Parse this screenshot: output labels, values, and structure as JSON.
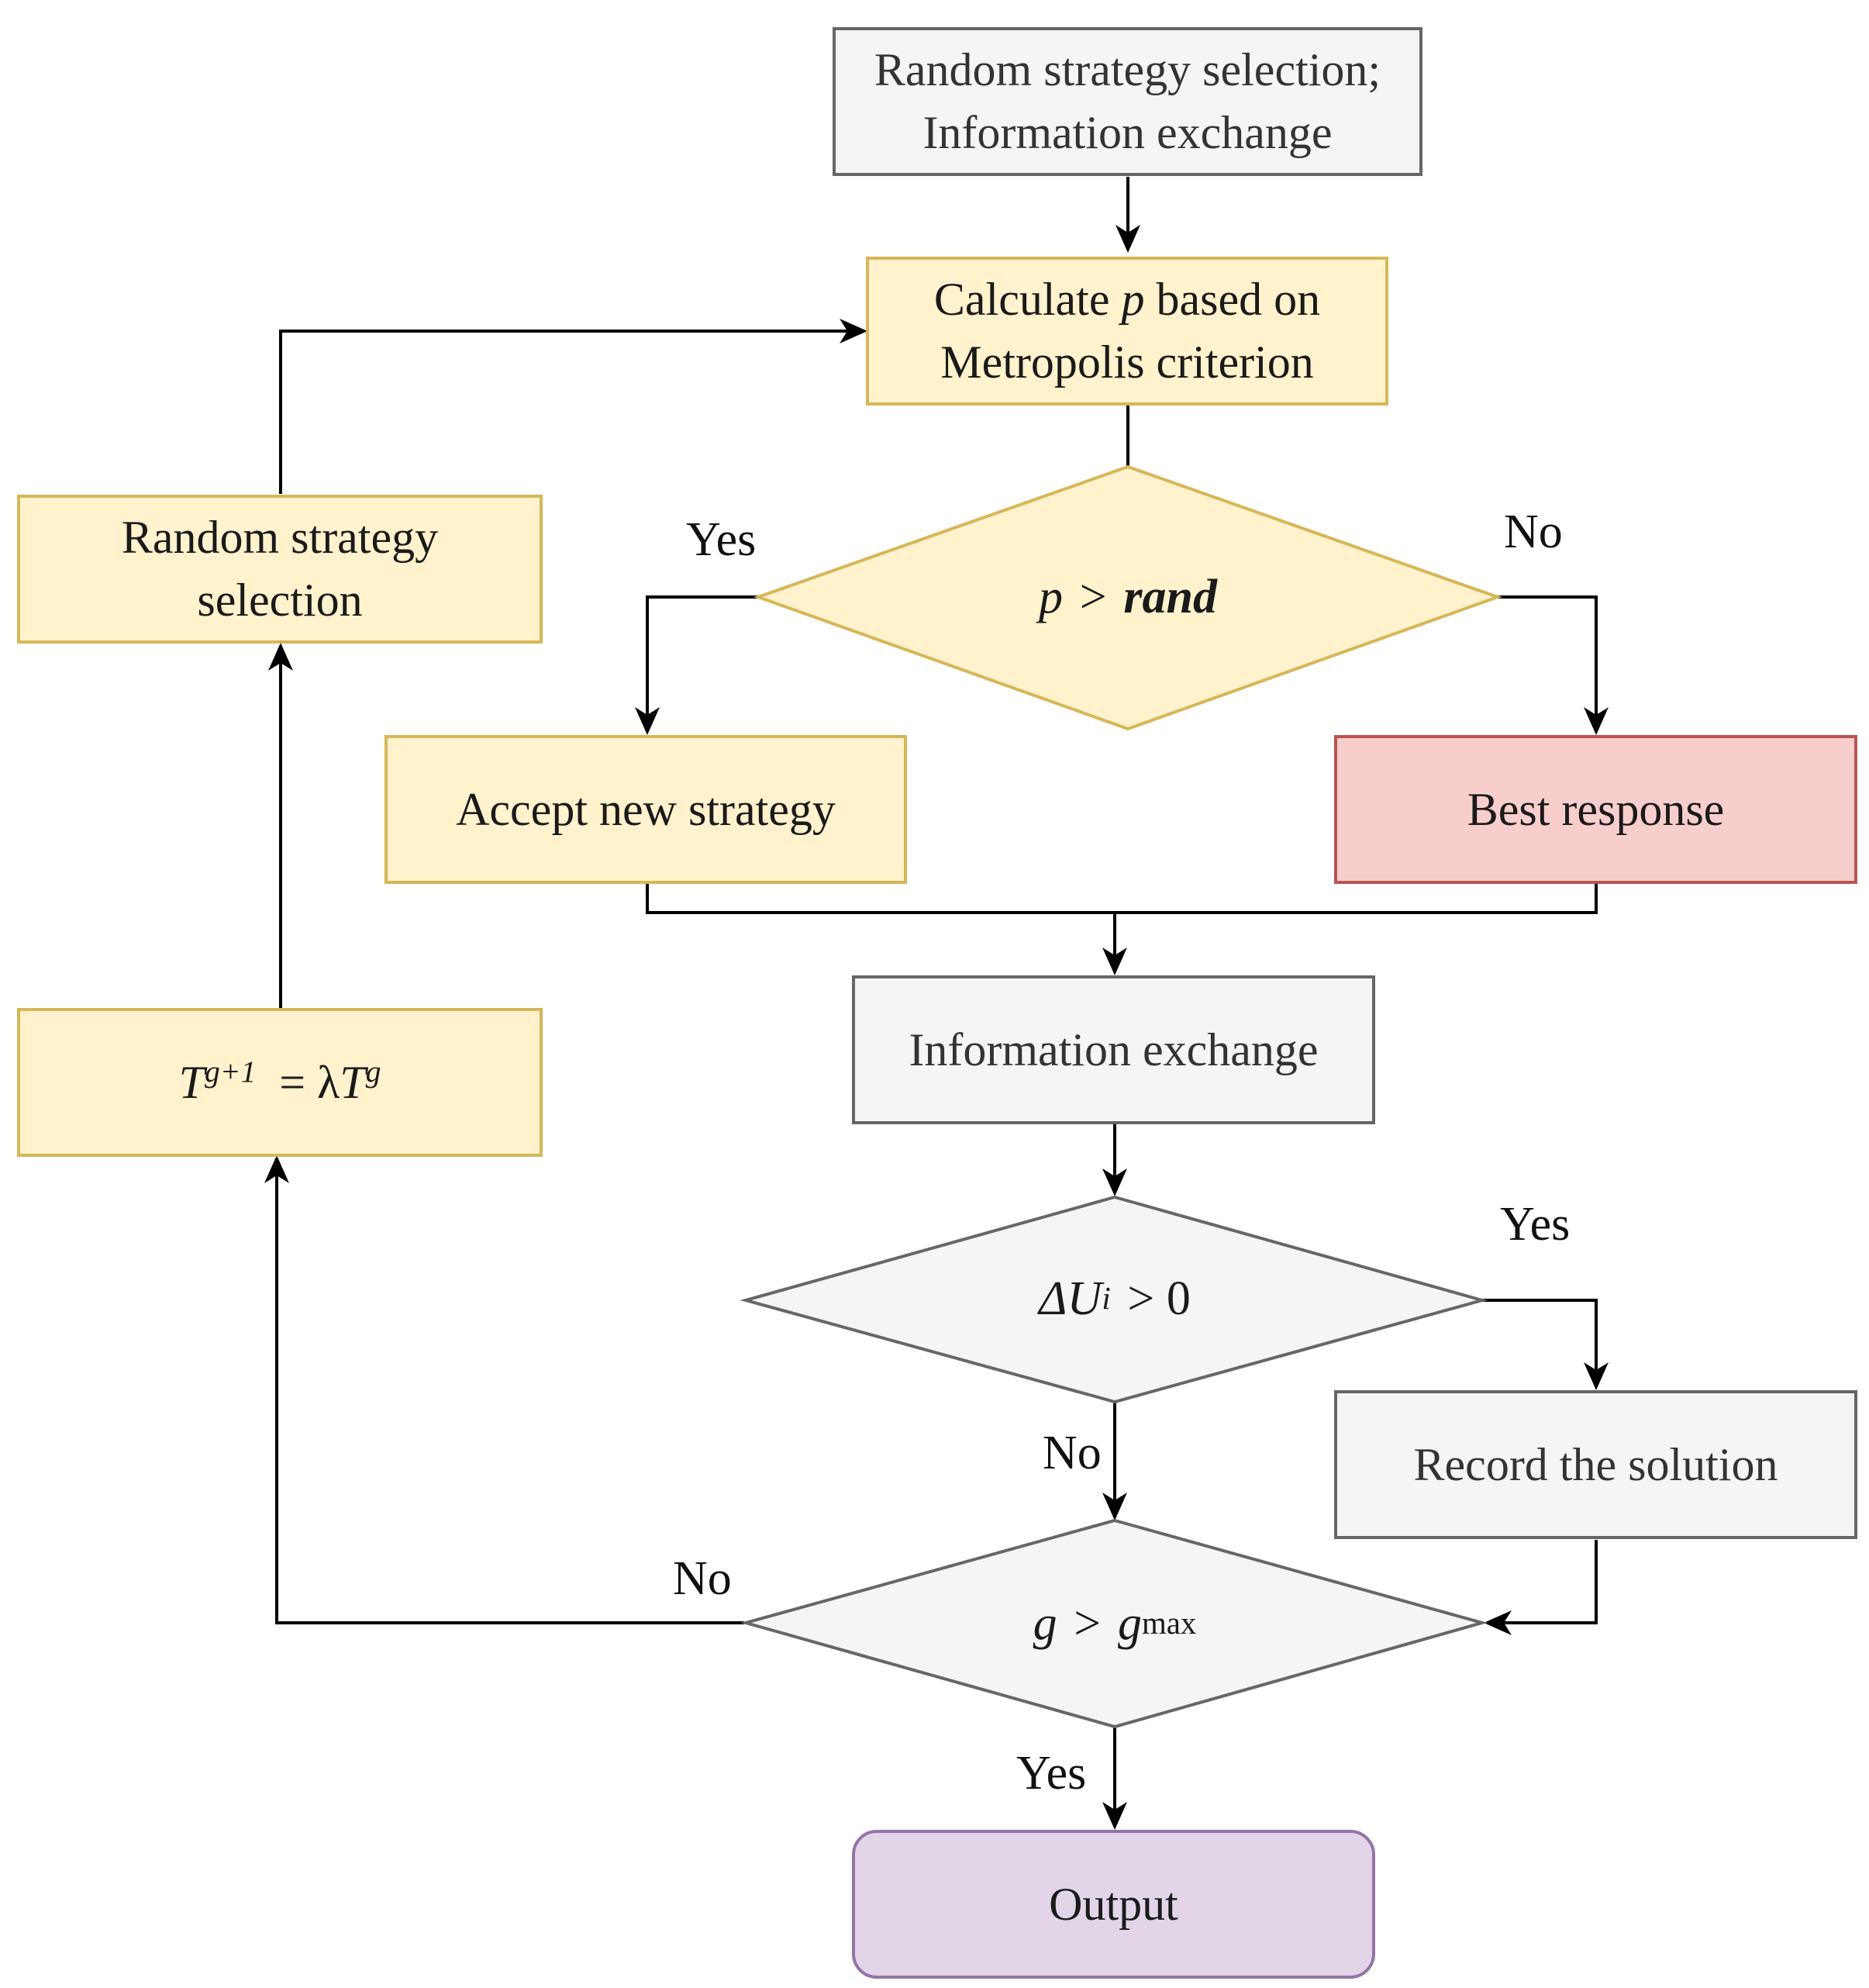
{
  "nodes": {
    "start": {
      "line1": "Random strategy selection;",
      "line2": "Information exchange"
    },
    "calc": {
      "line1_pre": "Calculate",
      "line1_var": "p",
      "line1_post": "based on",
      "line2": "Metropolis criterion"
    },
    "decision_rand": {
      "p": "p",
      "gt": ">",
      "rand": "rand"
    },
    "accept": {
      "label": "Accept new strategy"
    },
    "best": {
      "label": "Best response"
    },
    "info": {
      "label": "Information exchange"
    },
    "decision_delta": {
      "delta": "ΔU",
      "sub": "i",
      "rest": "> 0"
    },
    "record": {
      "label": "Record the solution"
    },
    "decision_g": {
      "g": "g",
      "gt": ">",
      "gmax": "g",
      "sub": "max"
    },
    "output": {
      "label": "Output"
    },
    "temp": {
      "T": "T",
      "sup1": "g+1",
      "eq": "= λ",
      "T2": "T",
      "sup2": "g"
    },
    "random_sel": {
      "line1": "Random strategy",
      "line2": "selection"
    }
  },
  "edge_labels": {
    "rand_yes": "Yes",
    "rand_no": "No",
    "delta_yes": "Yes",
    "delta_no": "No",
    "g_no": "No",
    "g_yes": "Yes"
  },
  "colors": {
    "grey_fill": "#f5f5f5",
    "grey_stroke": "#666666",
    "yellow_fill": "#fff2cc",
    "yellow_stroke": "#d6b656",
    "red_fill": "#f8cecc",
    "red_stroke": "#b85450",
    "purple_fill": "#e1d5e7",
    "purple_stroke": "#9673a6"
  }
}
